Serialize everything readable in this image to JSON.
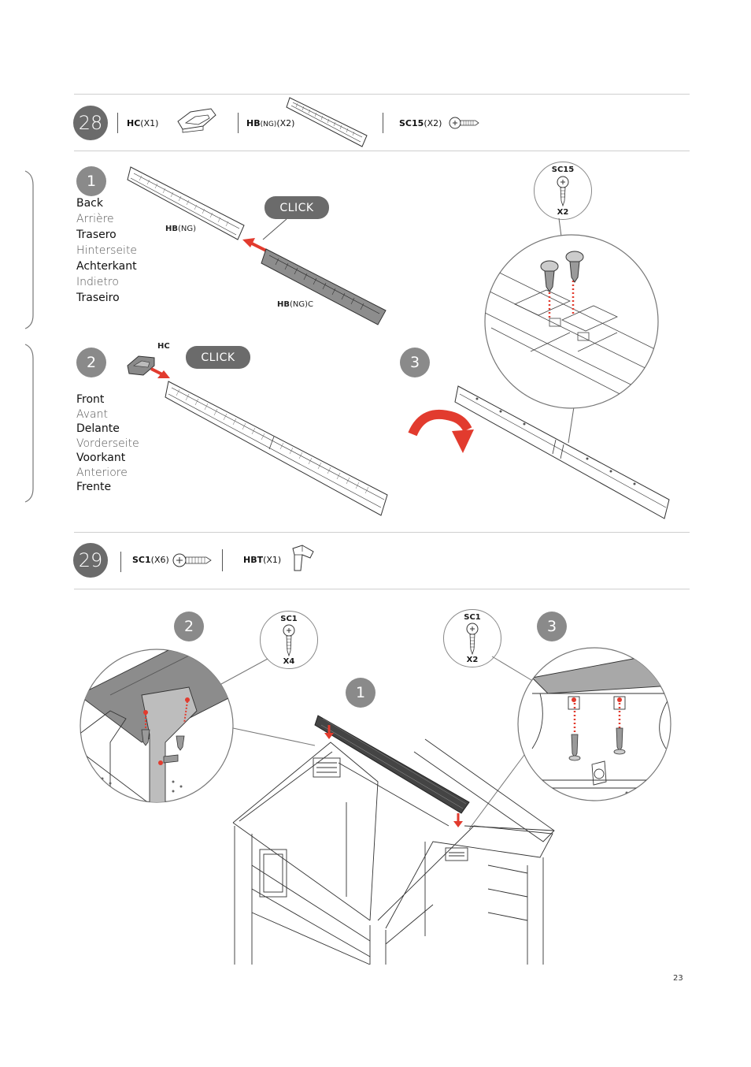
{
  "page_number": "23",
  "step28": {
    "number": "28",
    "parts": [
      {
        "code": "HC",
        "qty": "(X1)"
      },
      {
        "code": "HB",
        "variant": "(NG)",
        "qty": "(X2)"
      },
      {
        "code": "SC15",
        "qty": "(X2)"
      }
    ],
    "sub1": {
      "number": "1",
      "languages": [
        "Back",
        "Arrière",
        "Trasero",
        "Hinterseite",
        "Achterkant",
        "Indietro",
        "Traseiro"
      ],
      "click_label": "CLICK",
      "part_a": {
        "code": "HB",
        "variant": "(NG)"
      },
      "part_b": {
        "code": "HB",
        "variant": "(NG)C"
      }
    },
    "sub2": {
      "number": "2",
      "languages": [
        "Front",
        "Avant",
        "Delante",
        "Vorderseite",
        "Voorkant",
        "Anteriore",
        "Frente"
      ],
      "click_label": "CLICK",
      "part": "HC"
    },
    "sub3": {
      "number": "3"
    },
    "screw_callout": {
      "code": "SC15",
      "qty": "X2"
    }
  },
  "step29": {
    "number": "29",
    "parts": [
      {
        "code": "SC1",
        "qty": "(X6)"
      },
      {
        "code": "HBT",
        "qty": "(X1)"
      }
    ],
    "sub1": {
      "number": "1"
    },
    "sub2": {
      "number": "2",
      "screw": {
        "code": "SC1",
        "qty": "X4"
      }
    },
    "sub3": {
      "number": "3",
      "screw": {
        "code": "SC1",
        "qty": "X2"
      }
    }
  },
  "colors": {
    "accent_red": "#e23b2e",
    "step_grey": "#6b6b6b",
    "line_grey": "#cfcfcf"
  }
}
